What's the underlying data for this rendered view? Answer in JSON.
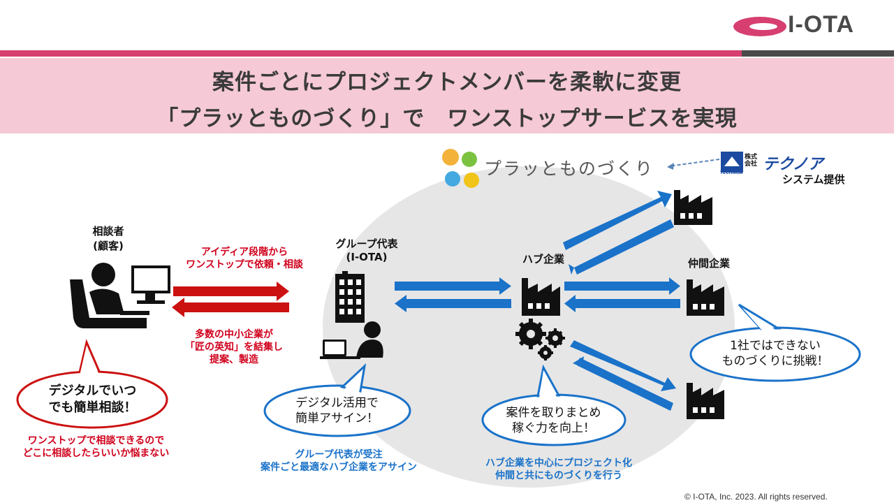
{
  "brand": {
    "name": "I-OTA"
  },
  "colors": {
    "accent_pink": "#d63f70",
    "banner_bg": "#f5c9d6",
    "arrow_red": "#cc1111",
    "arrow_blue": "#1a72c9",
    "dark_gray": "#4a4a4a"
  },
  "header": {
    "line1": "案件ごとにプロジェクトメンバーを柔軟に変更",
    "line2": "「プラッとものづくり」で　ワンストップサービスを実現"
  },
  "platform": {
    "name": "プラッとものづくり",
    "provider_label": "システム提供",
    "provider_logo": "テクノア",
    "provider_logo_sub": "株式\n会社",
    "provider_logo_badge": "TECHNOA"
  },
  "customer": {
    "label_line1": "相談者",
    "label_line2": "(顧客)",
    "bubble_line1": "デジタルでいつ",
    "bubble_line2": "でも簡単相談！",
    "caption_line1": "ワンストップで相談できるので",
    "caption_line2": "どこに相談したらいいか悩まない"
  },
  "arrows_text": {
    "top_line1": "アイディア段階から",
    "top_line2": "ワンストップで依頼・相談",
    "bottom_line1": "多数の中小企業が",
    "bottom_line2": "「匠の英知」を結集し",
    "bottom_line3": "提案、製造"
  },
  "group": {
    "label_line1": "グループ代表",
    "label_line2": "(I-OTA)",
    "bubble_line1": "デジタル活用で",
    "bubble_line2": "簡単アサイン！",
    "caption_line1": "グループ代表が受注",
    "caption_line2": "案件ごと最適なハブ企業をアサイン"
  },
  "hub": {
    "label": "ハブ企業",
    "bubble_line1": "案件を取りまとめ",
    "bubble_line2": "稼ぐ力を向上！",
    "caption_line1": "ハブ企業を中心にプロジェクト化",
    "caption_line2": "仲間と共にものづくりを行う"
  },
  "partners": {
    "label": "仲間企業",
    "bubble_line1": "1社ではできない",
    "bubble_line2": "ものづくりに挑戦！"
  },
  "footer": {
    "copyright": "© I-OTA, Inc. 2023. All rights reserved."
  }
}
